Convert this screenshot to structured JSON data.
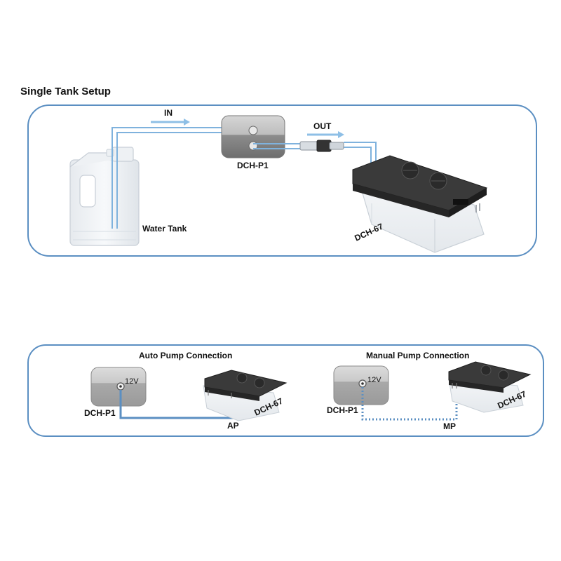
{
  "single_setup": {
    "title": "Single Tank Setup",
    "in_label": "IN",
    "out_label": "OUT",
    "pump_label": "DCH-P1",
    "tank_label": "Water Tank",
    "unit_label": "DCH-67"
  },
  "auto_connection": {
    "title": "Auto Pump Connection",
    "pump_label": "DCH-P1",
    "voltage": "12V",
    "unit_label": "DCH-67",
    "cable_label": "AP"
  },
  "manual_connection": {
    "title": "Manual Pump Connection",
    "pump_label": "DCH-P1",
    "voltage": "12V",
    "unit_label": "DCH-67",
    "cable_label": "MP"
  },
  "colors": {
    "frame": "#5b8fc2",
    "tube": "#7fb2dd",
    "arrow": "#8ebfe6",
    "device_body": "#3a3a3a"
  }
}
